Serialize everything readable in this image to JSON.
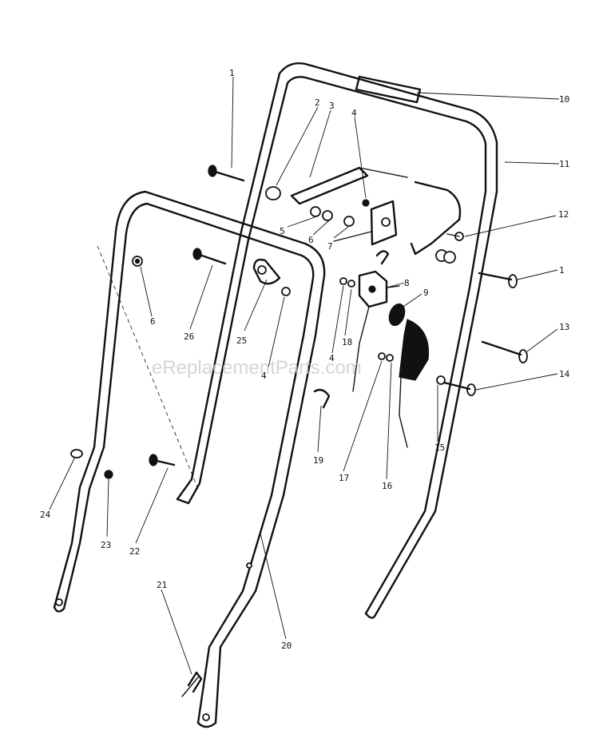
{
  "watermark": "eReplacementParts.com",
  "callouts": {
    "c1a": "1",
    "c1b": "1",
    "c2": "2",
    "c3": "3",
    "c4a": "4",
    "c4b": "4",
    "c4c": "4",
    "c5": "5",
    "c6a": "6",
    "c6b": "6",
    "c7": "7",
    "c8": "8",
    "c9": "9",
    "c10": "10",
    "c11": "11",
    "c12": "12",
    "c13": "13",
    "c14": "14",
    "c15": "15",
    "c16": "16",
    "c17": "17",
    "c18": "18",
    "c19": "19",
    "c20": "20",
    "c21": "21",
    "c22": "22",
    "c23": "23",
    "c24": "24",
    "c25": "25",
    "c26": "26"
  }
}
